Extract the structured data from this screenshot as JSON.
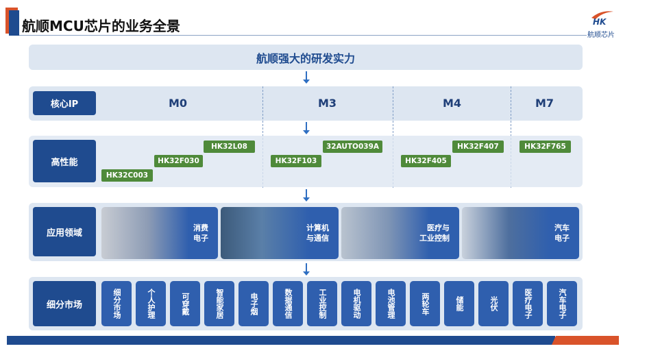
{
  "header": {
    "title": "航顺MCU芯片的业务全景",
    "logo_text": "航顺芯片",
    "logo_mark": "HK"
  },
  "banner": "航顺强大的研发实力",
  "rows": {
    "core_ip": {
      "label": "核心IP",
      "cores": [
        "M0",
        "M3",
        "M4",
        "M7"
      ]
    },
    "performance": {
      "label": "高性能",
      "chips": [
        "HK32C003",
        "HK32F030",
        "HK32L08",
        "HK32F103",
        "32AUTO039A",
        "HK32F405",
        "HK32F407",
        "HK32F765"
      ]
    },
    "applications": {
      "label": "应用领域",
      "items": [
        [
          "消费",
          "电子"
        ],
        [
          "计算机",
          "与通信"
        ],
        [
          "医疗与",
          "工业控制"
        ],
        [
          "汽车",
          "电子"
        ]
      ]
    },
    "markets": {
      "label": "细分市场",
      "items": [
        "细分市场",
        "个人护理",
        "可穿戴",
        "智能家居",
        "电子烟",
        "数据通信",
        "工业控制",
        "电机驱动",
        "电池管理",
        "两轮车",
        "储能",
        "光伏",
        "医疗电子",
        "汽车电子"
      ]
    }
  },
  "colors": {
    "brand_blue": "#1f4b8f",
    "accent_red": "#d9532a",
    "chip_green": "#4f8a3a"
  }
}
